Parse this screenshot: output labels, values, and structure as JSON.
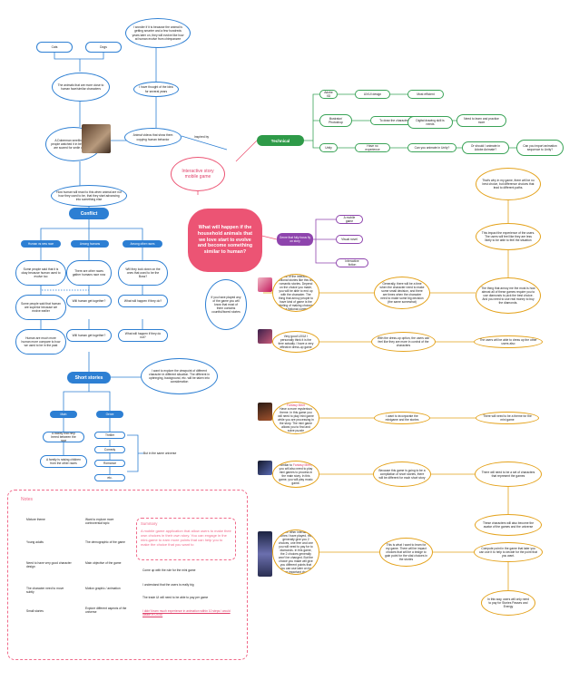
{
  "colors": {
    "blue": "#2d7fd3",
    "pink": "#ec5474",
    "green": "#2e9a48",
    "purple": "#8e44ad",
    "orange": "#e4a21b"
  },
  "top": {
    "cats": "Cats",
    "dogs": "Dogs",
    "animals_closer": "The animals that are more close to human face/similar characters",
    "doberman": "A Doberman smelling, some people watched it in because they are scared for smile of human",
    "wonder": "I wonder if it is because the animal is getting smarter and a few hundreds years later on, they will evolve like how at human evolve from chimpanzee",
    "thought": "I have thought of the idea for several years",
    "animal_videos": "Animal videos that show them copying human behavior",
    "inspired": "Inspired by",
    "how_human": "How human will react to this when animal are not how they used to be, that they start advancing into something else"
  },
  "center": {
    "topic": "Interactive story mobile game",
    "question": "What will happen if the household animals that we love start to evolve and become something similar to human?"
  },
  "conflict": {
    "title": "Conflict",
    "headers": [
      "Human vs new race",
      "Among humans",
      "Among other races"
    ],
    "col1": [
      "Some people said that it is okay because human used to evolve too",
      "Some people said that human are superior because we evolve earlier",
      "Human are much more human more compare to how we used to be in the past"
    ],
    "col2": [
      "There are other races gather humans race now",
      "Will human get together?",
      "Will human get together?"
    ],
    "col3": [
      "Will they look down on the ones that used to be the Boss?",
      "What will happen if they do?",
      "What will happen if they do not?"
    ]
  },
  "stories": {
    "title": "Short stories",
    "explore": "I want to explore the viewpoint of different character in different situation. The different in upbringing, background, etc. will be taken into consideration",
    "main": "Main",
    "genre": "Genre",
    "main_items": [
      "A facility that help breed between the race",
      "A family is raising children from the other races"
    ],
    "genre_items": [
      "Thriller",
      "Comedy",
      "Romance",
      "etc."
    ],
    "same_universe": "But in the same universe"
  },
  "technical": {
    "label": "Technical",
    "row1": [
      "Adobe XD",
      "UX/UI design",
      "Most efficient"
    ],
    "row2": [
      "Illustrator/ Photoshop",
      "To draw the character",
      "Digital drawing skill is needs",
      "Need to learn and practice more"
    ],
    "row3": [
      "Unity",
      "Have no experience",
      "Can you animate in Unity?",
      "Or should I animate in Adobe Animate?",
      "Can you import animation sequence to Unity?"
    ]
  },
  "genre_branch": {
    "label": "Genre that fully focus fly on story",
    "items": [
      "A mobile game",
      "Visual novel",
      "Interactive fiction"
    ]
  },
  "right": {
    "thats_why": "That's why in my game, there will be no best choice, but difference choices that lead to different paths.",
    "impact": "This impact the experience of the users. The users will feel like they are less likely to be able to feel the situation",
    "always": "The thing that annoy me the most is how almost all of these games require you to use diamonds to pick the best choice. And you need to use real money to buy the diamonds."
  },
  "mid": {
    "if_you_have": "If you have played any of the game you will know that most of them contains countful/bored stories",
    "most_of": "Most of the interactive fictional stories like this are romantic stories. Depend on the choice you made, you will be able to end up with the character. The thing that annoy people to have kind of game is the feeling of making choices in a fictional content.",
    "generally": "Generally, there will be a time when the character need to make some small decision, and there are times when the character need to make some big decision (the same somewhat)",
    "very_good": "Very good UX/UI I personally think it is the time actually. I have a very effective dress-up game",
    "within": "With the dress-up option, the users can feel like they are more in control of the characters",
    "users_able": "The users will be able to dress up the other users also",
    "fantasy_title": "Fantasy Meet",
    "fantasy": "Have a more mysterious theme. In this game you will need to play mini game while you are processing in the story. The mini game allows you to find and solve puzzle",
    "incorporate": "I want to incorporate the minigame and the stories",
    "there_will": "There will need to be a theme for the mini game",
    "similar_pre": "Similar to ",
    "similar_link": "Fantasy Meet",
    "similar_post": ", you will also need to play mini games to process in the main story. In this game, you will play music game.",
    "because": "Because this game is going to be a compilation of short stories, there will be different for each short story",
    "there_need": "There will need to be a set of characters that represent the games",
    "these_chars": "These characters will also become the avatar of the games and the universe",
    "in_other": "In the other interactive stories I have played, they generally give you 2 choices, one free and one you will need to pay for to diamonds. In this game, the 2 choices generally won't be changed. But the choice you made will give you different points that you can use later on for more important choice",
    "this_is": "This is what I want to learn for my game. There will be impact choices that will be a bridge to gain point for the vital choices in the stories",
    "compute": "Compute point in the game that later you can use it to help to decide for the point that you want.",
    "in_this": "In this way, users will only need to pay for Stories Passes and Energy"
  },
  "notes": {
    "title": "Notes",
    "left": [
      "Mixture theme",
      "Young adults",
      "Need to have very good character design",
      "The character need to move subtly",
      "Small stories"
    ],
    "right": [
      "Want to explore more controversial topic",
      "The demographic of the game",
      "Main objective of the game",
      "Motion graphic / animation",
      "Explore different aspects of the universe"
    ]
  },
  "summary": {
    "title": "Summary",
    "body": "A mobile game application that allow users to make their own choices in their own story. You can engage in the mini-game to earn more points that can help you to make the choice that you want to",
    "lines": [
      "Come up with the rule for the mini game",
      "I understand that the users is really big",
      "The trade UI will need to be able to pay per game"
    ],
    "link": "I didn't learn much experience in animation within 10 steps I would ideate in UX/UI"
  }
}
